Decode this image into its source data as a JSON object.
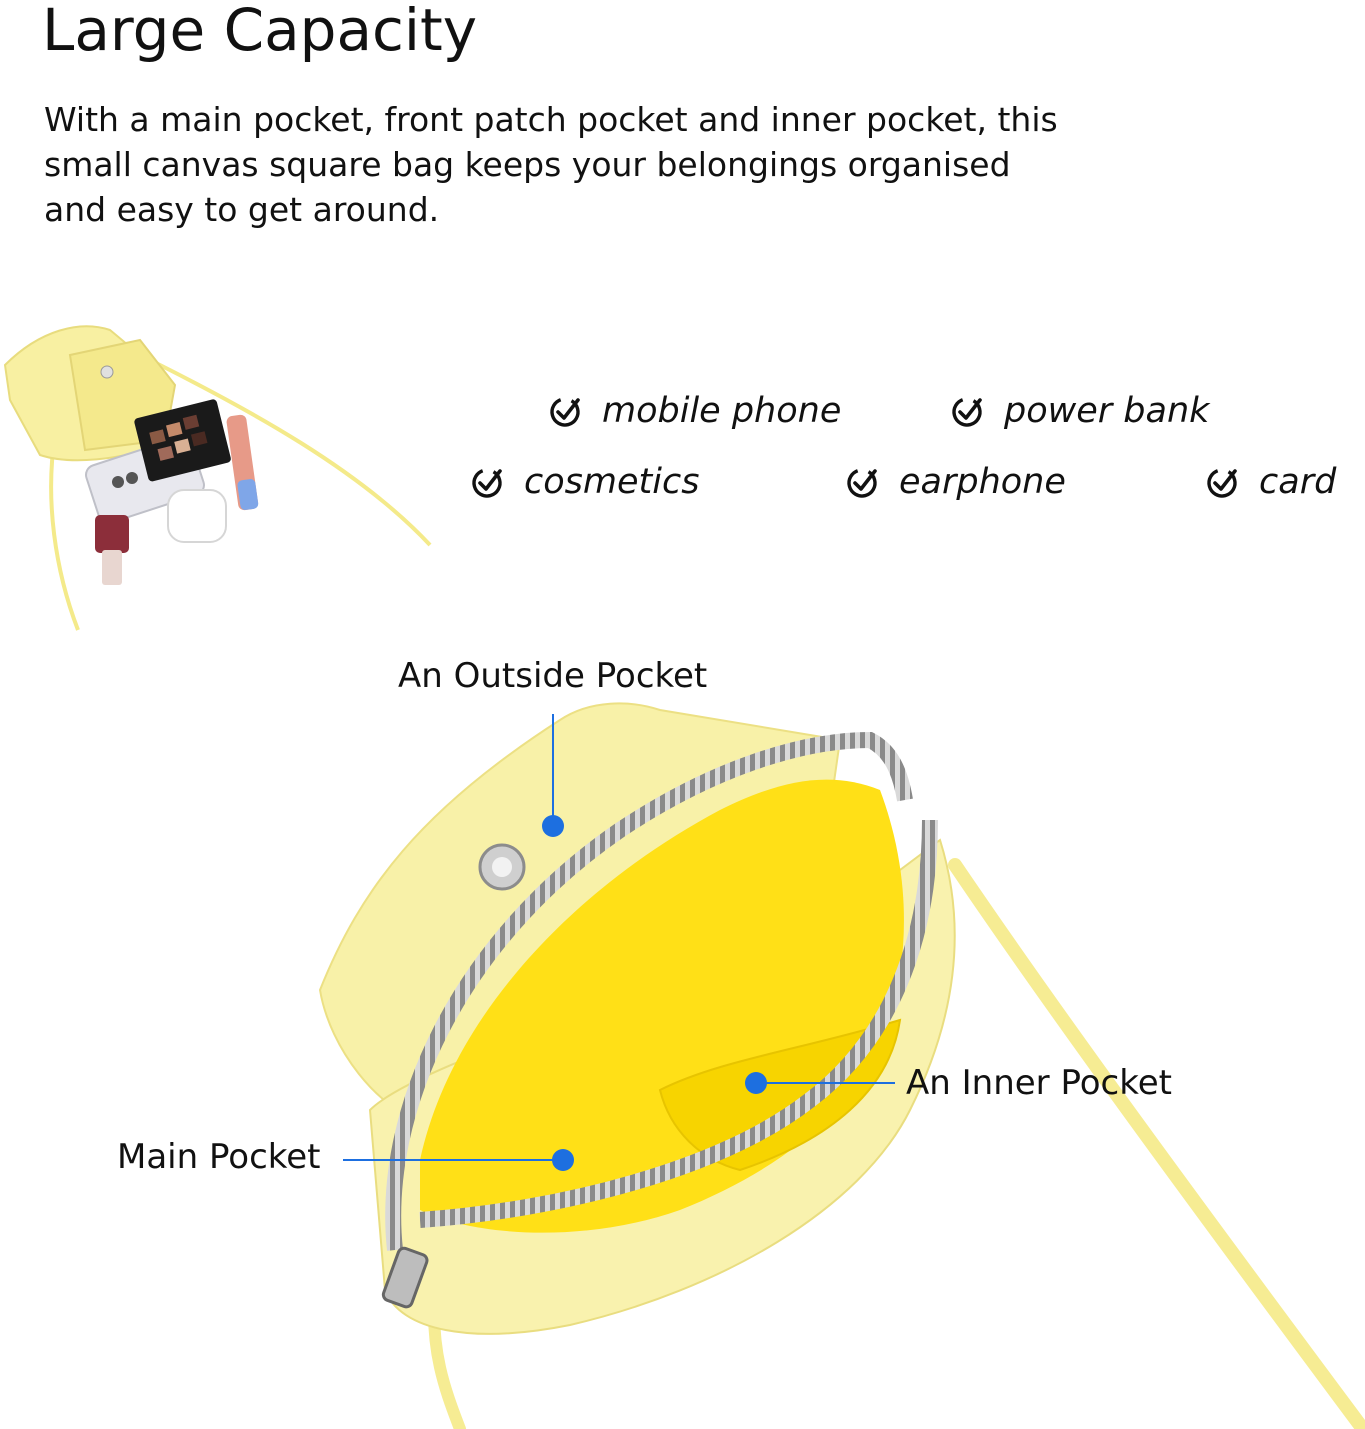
{
  "header": {
    "title": "Large Capacity",
    "description_lines": [
      "With a main pocket, front patch pocket and inner pocket, this",
      "small canvas square bag keeps your belongings organised",
      "and easy to get around."
    ]
  },
  "capacity_items": [
    {
      "label": "mobile phone",
      "icon": "check-circle-icon"
    },
    {
      "label": "power bank",
      "icon": "check-circle-icon"
    },
    {
      "label": "cosmetics",
      "icon": "check-circle-icon"
    },
    {
      "label": "earphone",
      "icon": "check-circle-icon"
    },
    {
      "label": "card",
      "icon": "check-circle-icon"
    }
  ],
  "callouts": {
    "outside_pocket": "An Outside Pocket",
    "inner_pocket": "An Inner Pocket",
    "main_pocket": "Main Pocket"
  },
  "colors": {
    "bag_yellow": "#f7ee9a",
    "lining_yellow": "#ffe21a",
    "callout_blue": "#1d6fe0"
  }
}
